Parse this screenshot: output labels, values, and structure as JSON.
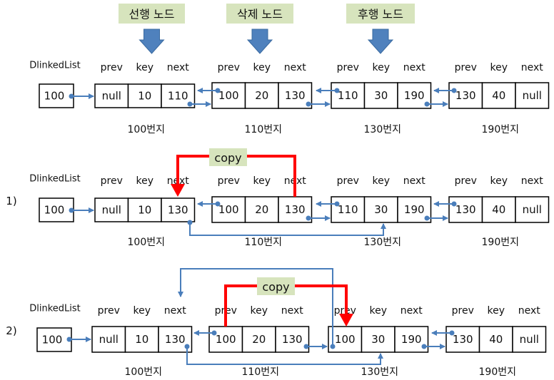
{
  "top_labels": [
    "선행 노드",
    "삭제 노드",
    "후행 노드"
  ],
  "head_label": "DlinkedList",
  "field_headers": [
    "prev",
    "key",
    "next"
  ],
  "copy_label": "copy",
  "colors": {
    "label_bg": "#d7e4bd",
    "down_arrow": "#4f81bd",
    "link": "#4a7ebb",
    "copy_arrow": "#ff0000",
    "border": "#000000"
  },
  "rows": [
    {
      "step": "",
      "head_value": "100",
      "nodes": [
        {
          "prev": "null",
          "key": "10",
          "next": "110",
          "address": "100번지"
        },
        {
          "prev": "100",
          "key": "20",
          "next": "130",
          "address": "110번지"
        },
        {
          "prev": "110",
          "key": "30",
          "next": "190",
          "address": "130번지"
        },
        {
          "prev": "130",
          "key": "40",
          "next": "null",
          "address": "190번지"
        }
      ]
    },
    {
      "step": "1)",
      "head_value": "100",
      "nodes": [
        {
          "prev": "null",
          "key": "10",
          "next": "130",
          "address": "100번지"
        },
        {
          "prev": "100",
          "key": "20",
          "next": "130",
          "address": "110번지"
        },
        {
          "prev": "110",
          "key": "30",
          "next": "190",
          "address": "130번지"
        },
        {
          "prev": "130",
          "key": "40",
          "next": "null",
          "address": "190번지"
        }
      ]
    },
    {
      "step": "2)",
      "head_value": "100",
      "nodes": [
        {
          "prev": "null",
          "key": "10",
          "next": "130",
          "address": "100번지"
        },
        {
          "prev": "100",
          "key": "20",
          "next": "130",
          "address": "110번지"
        },
        {
          "prev": "100",
          "key": "30",
          "next": "190",
          "address": "130번지"
        },
        {
          "prev": "130",
          "key": "40",
          "next": "null",
          "address": "190번지"
        }
      ]
    }
  ]
}
